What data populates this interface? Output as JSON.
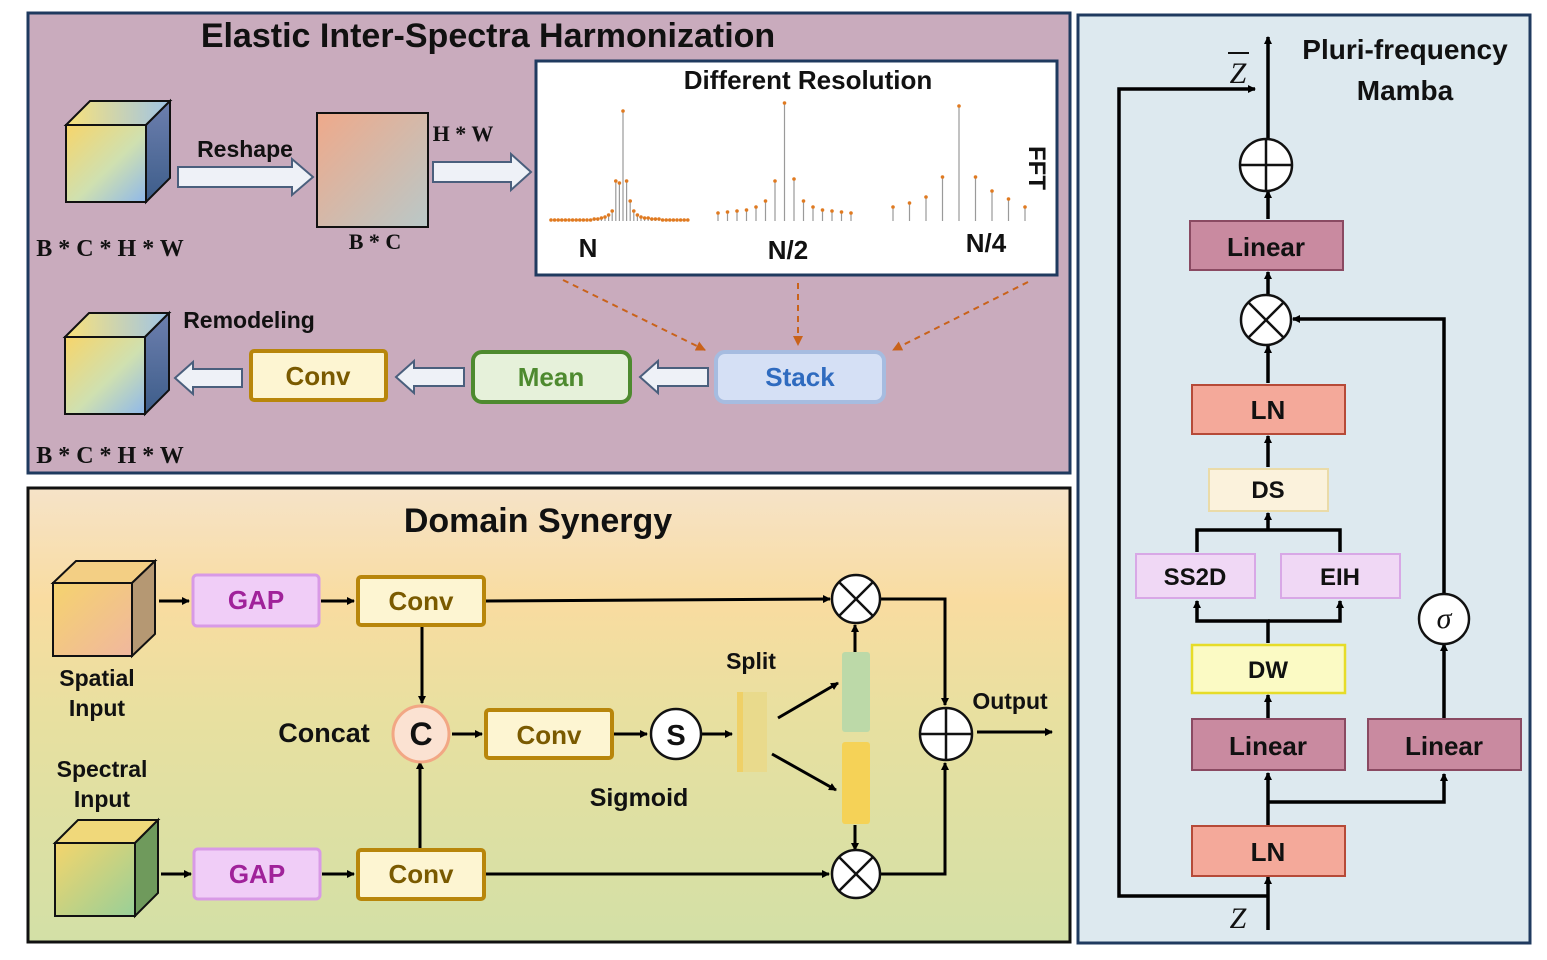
{
  "panels": {
    "eih": {
      "title": "Elastic Inter-Spectra Harmonization",
      "input_dims": "B * C * H * W",
      "reshape_label": "Reshape",
      "bc_label": "B * C",
      "hw_label": "H * W",
      "fft_panel": {
        "title": "Different Resolution",
        "fft_label": "FFT",
        "scale_labels": [
          "N",
          "N/2",
          "N/4"
        ]
      },
      "stack_label": "Stack",
      "mean_label": "Mean",
      "conv_label": "Conv",
      "remodeling_label": "Remodeling",
      "output_dims": "B * C * H * W"
    },
    "domain_synergy": {
      "title": "Domain Synergy",
      "spatial_input": [
        "Spatial",
        "Input"
      ],
      "spectral_input": [
        "Spectral",
        "Input"
      ],
      "gap_label": "GAP",
      "conv_label": "Conv",
      "concat_label": "Concat",
      "concat_symbol": "C",
      "sigmoid_symbol": "S",
      "sigmoid_label": "Sigmoid",
      "split_label": "Split",
      "output_label": "Output"
    },
    "mamba": {
      "title": [
        "Pluri-frequency",
        "Mamba"
      ],
      "output_symbol": "Z",
      "input_symbol": "Z",
      "linear_label": "Linear",
      "ln_label": "LN",
      "ds_label": "DS",
      "ss2d_label": "SS2D",
      "eih_label": "EIH",
      "dw_label": "DW",
      "sigma_symbol": "σ"
    }
  },
  "colors": {
    "panel_border": "#1f3a5f",
    "eih_bg": "#c9abbd",
    "mamba_bg": "#dde9ef",
    "conv_fill": "#fdf5d2",
    "conv_stroke": "#b8860b",
    "gap_fill": "#f0cdf7",
    "gap_text": "#a0229a",
    "mean_stroke": "#4e8a2f",
    "stack_fill": "#d5e0f5",
    "stack_text": "#2f6bbf",
    "linear_fill": "#c98aa0",
    "ln_fill": "#f4a99a",
    "fft_stem": "#e07a20"
  }
}
